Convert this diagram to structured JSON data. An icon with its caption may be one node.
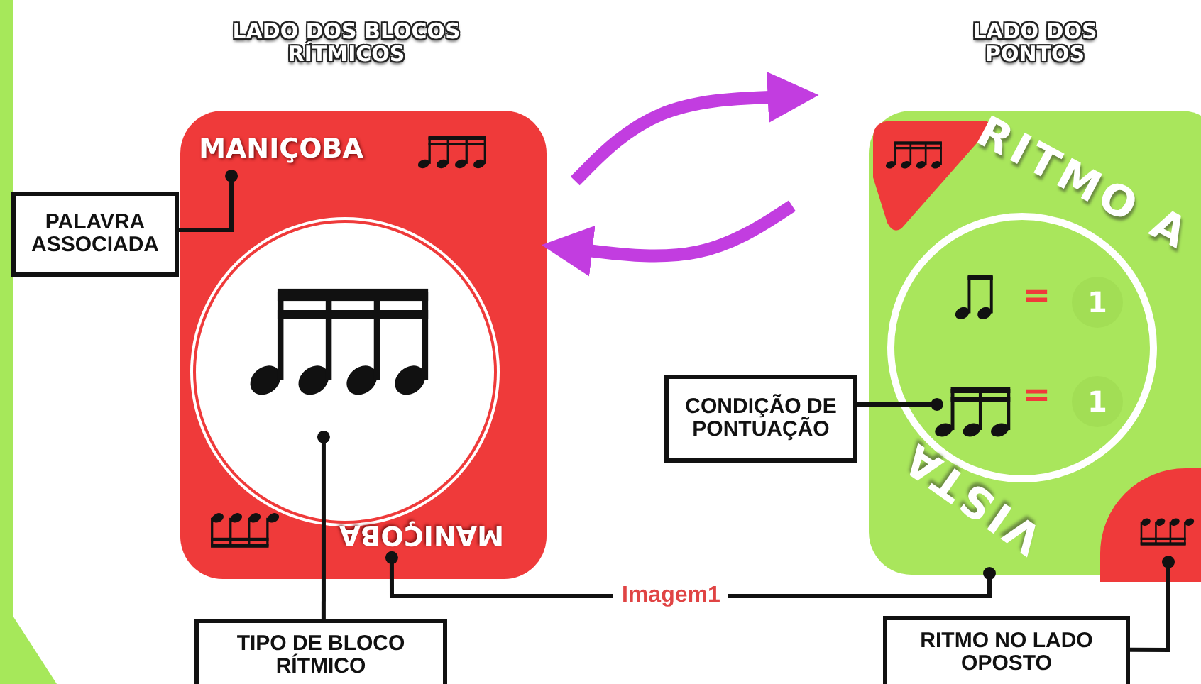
{
  "diagram": {
    "nodes": [
      {
        "text": [],
        "shape": "box",
        "beside": [
          "LADO DOS BLOCOS RÍTMICOS"
        ]
      },
      {
        "text": [
          "MANIÇOBA"
        ],
        "in": 0
      },
      {
        "text": [],
        "shape": "circle",
        "in": 0
      },
      {
        "text": [
          "MANIÇOBA"
        ],
        "in": 0
      },
      {
        "text": [],
        "shape": "box",
        "beside": [
          "LADO DOS PONTOS"
        ]
      },
      {
        "text": [],
        "shape": "circle",
        "in": 4
      },
      {
        "text": [
          "1"
        ],
        "in": 5
      },
      {
        "text": [],
        "shape": "picture",
        "in": 5
      },
      {
        "text": [
          "1"
        ],
        "in": 5
      },
      {
        "text": [],
        "shape": "box",
        "in": 4
      },
      {
        "text": [
          "PALAVRA ASSOCIADA"
        ]
      },
      {
        "text": [
          "CONDIÇÃO DE PONTUAÇÃO"
        ]
      },
      {
        "text": [
          "TIPO DE BLOCO RÍTMICO"
        ]
      },
      {
        "text": [
          "RITMO NO LADO OPOSTO"
        ]
      }
    ],
    "edges": [
      {
        "from": 0,
        "to": 4,
        "arrow": "to",
        "style": "thick",
        "color": "#c23de0"
      },
      {
        "from": 4,
        "to": 0,
        "arrow": "to",
        "style": "thick",
        "color": "#c23de0"
      },
      {
        "from": 1,
        "to": 10,
        "arrow": "other"
      },
      {
        "from": 2,
        "to": 12,
        "arrow": "other"
      },
      {
        "from": 7,
        "to": 11,
        "arrow": "other"
      },
      {
        "from": 9,
        "to": 13,
        "arrow": "other"
      },
      {
        "from": 3,
        "to": 4,
        "arrow": "other",
        "label": "Imagem1"
      }
    ],
    "labels": [
      "RITMO A",
      "=",
      "=",
      "VISTA"
    ]
  }
}
